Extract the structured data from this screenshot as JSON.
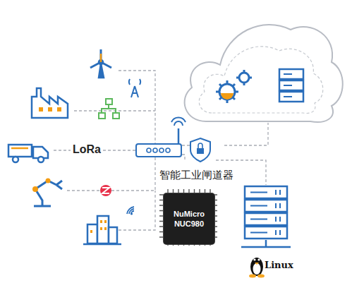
{
  "diagram": {
    "nodes": [
      {
        "text": [
          "智能工业闸道器"
        ]
      },
      {
        "text": [
          "NuMicro NUC980"
        ]
      },
      {
        "text": [
          "Linux"
        ]
      }
    ],
    "edges": [
      {
        "from": 0,
        "to": 2,
        "arrow": "none"
      }
    ],
    "labels": [
      "LoRa"
    ]
  }
}
